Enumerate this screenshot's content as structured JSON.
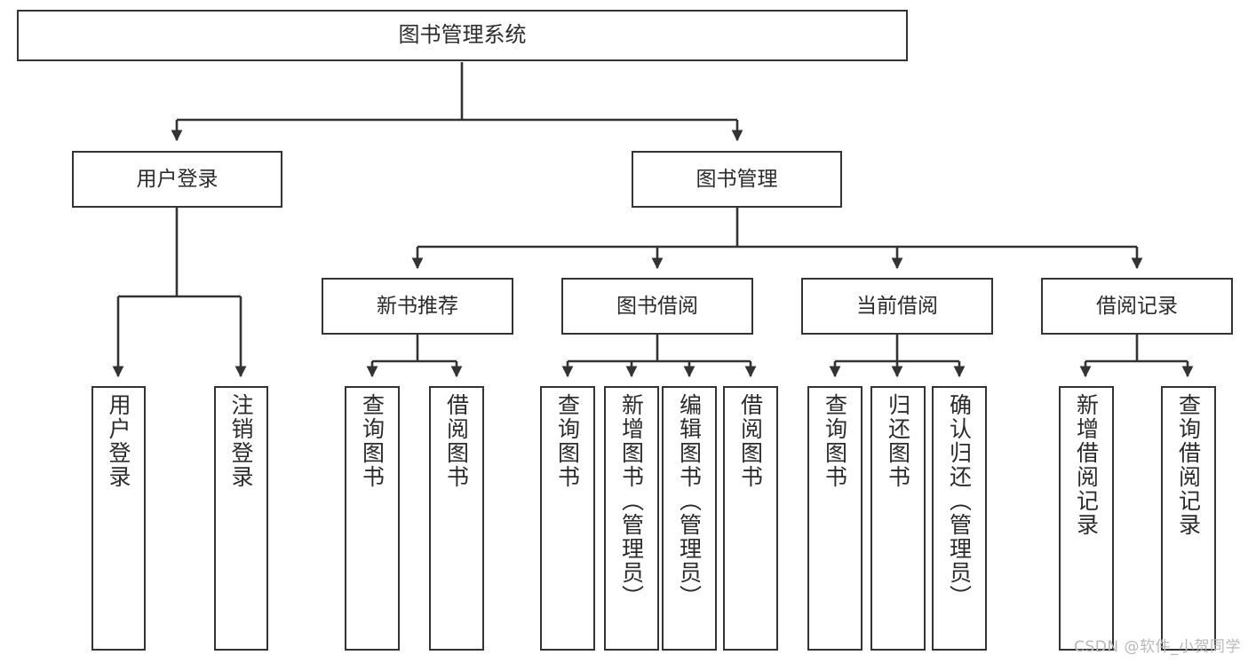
{
  "diagram": {
    "title": "图书管理系统",
    "type": "tree-hierarchy-chart",
    "colors": {
      "box_stroke": "#333333",
      "box_fill": "#ffffff",
      "text": "#2b2b2b",
      "edge": "#333333",
      "watermark": "#b8b8b8",
      "background": "#ffffff"
    },
    "root": {
      "label": "图书管理系统"
    },
    "level2": [
      {
        "label": "用户登录"
      },
      {
        "label": "图书管理"
      }
    ],
    "level3": [
      {
        "label": "新书推荐"
      },
      {
        "label": "图书借阅"
      },
      {
        "label": "当前借阅"
      },
      {
        "label": "借阅记录"
      }
    ],
    "leaves": {
      "user_login": [
        {
          "label": "用户登录"
        },
        {
          "label": "注销登录"
        }
      ],
      "new_book_recommend": [
        {
          "label": "查询图书"
        },
        {
          "label": "借阅图书"
        }
      ],
      "book_borrow": [
        {
          "label": "查询图书"
        },
        {
          "label": "新增图书（管理员）"
        },
        {
          "label": "编辑图书（管理员）"
        },
        {
          "label": "借阅图书"
        }
      ],
      "current_borrow": [
        {
          "label": "查询图书"
        },
        {
          "label": "归还图书"
        },
        {
          "label": "确认归还（管理员）"
        }
      ],
      "borrow_record": [
        {
          "label": "新增借阅记录"
        },
        {
          "label": "查询借阅记录"
        }
      ]
    }
  },
  "watermark": {
    "text": "CSDN @软件_小贺同学"
  }
}
